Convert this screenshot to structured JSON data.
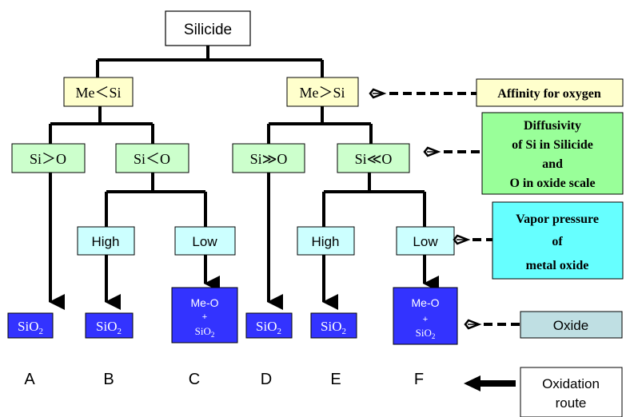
{
  "root": {
    "label": "Silicide"
  },
  "level1": {
    "left": {
      "label": "Me＜Si"
    },
    "right": {
      "label": "Me＞Si"
    }
  },
  "level2": {
    "a": {
      "label": "Si＞O"
    },
    "b": {
      "label": "Si＜O"
    },
    "c": {
      "label": "Si≫O"
    },
    "d": {
      "label": "Si≪O"
    }
  },
  "level3": {
    "b_high": {
      "label": "High"
    },
    "b_low": {
      "label": "Low"
    },
    "d_high": {
      "label": "High"
    },
    "d_low": {
      "label": "Low"
    }
  },
  "results": {
    "A": {
      "main": "SiO",
      "sub": "2"
    },
    "B": {
      "main": "SiO",
      "sub": "2"
    },
    "C": {
      "line1": "Me-O",
      "line2": "+",
      "line3_main": "SiO",
      "line3_sub": "2"
    },
    "D": {
      "main": "SiO",
      "sub": "2"
    },
    "E": {
      "main": "SiO",
      "sub": "2"
    },
    "F": {
      "line1": "Me-O",
      "line2": "+",
      "line3_main": "SiO",
      "line3_sub": "2"
    }
  },
  "route_letters": [
    "A",
    "B",
    "C",
    "D",
    "E",
    "F"
  ],
  "legend": {
    "affinity": "Affinity for oxygen",
    "diffusivity": [
      "Diffusivity",
      "of Si in Silicide",
      "and",
      "O in oxide scale"
    ],
    "vapor": [
      "Vapor pressure",
      "of",
      "metal oxide"
    ],
    "oxide": "Oxide",
    "route": [
      "Oxidation",
      "route"
    ]
  },
  "colors": {
    "root_fill": "#ffffff",
    "level1_fill": "#ffffcc",
    "level2_fill": "#ccffcc",
    "level3_fill": "#ccffff",
    "result_fill": "#3333ff",
    "legend_affinity_fill": "#ffffcc",
    "legend_diffusivity_fill": "#99ff99",
    "legend_vapor_fill": "#66ffff",
    "legend_oxide_fill": "#bfdfe3",
    "line": "#000000"
  },
  "icons": {
    "pointer": "eye-pointer-icon",
    "arrow": "arrow-left-icon"
  }
}
